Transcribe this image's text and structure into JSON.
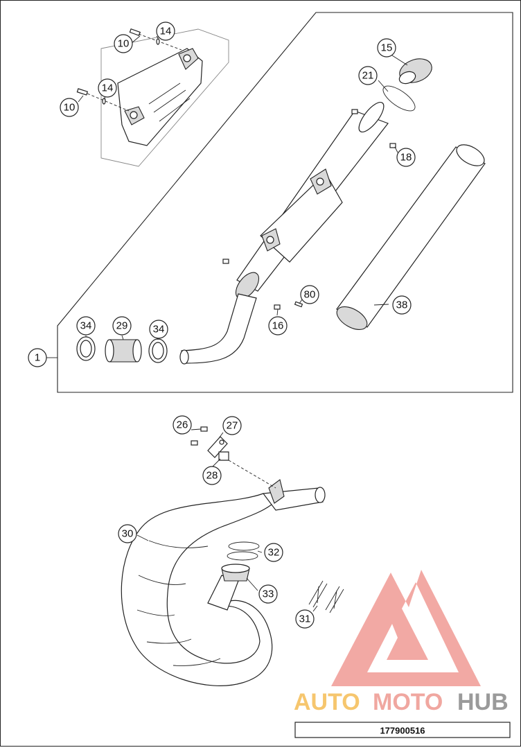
{
  "diagram": {
    "drawing_number": "177900516",
    "watermark": {
      "text_a": "AUTO",
      "text_b": "MOTO",
      "text_c": "HUB",
      "colors": {
        "a": "#f6c66e",
        "b": "#f0a7a0",
        "c": "#9a9a9a",
        "logo": "#f09a94"
      }
    },
    "callouts": {
      "c1": "1",
      "c10a": "10",
      "c10b": "10",
      "c14a": "14",
      "c14b": "14",
      "c15": "15",
      "c16": "16",
      "c18": "18",
      "c21": "21",
      "c26": "26",
      "c27": "27",
      "c28": "28",
      "c29": "29",
      "c30": "30",
      "c31": "31",
      "c32": "32",
      "c33": "33",
      "c34a": "34",
      "c34b": "34",
      "c38": "38",
      "c80": "80"
    }
  }
}
